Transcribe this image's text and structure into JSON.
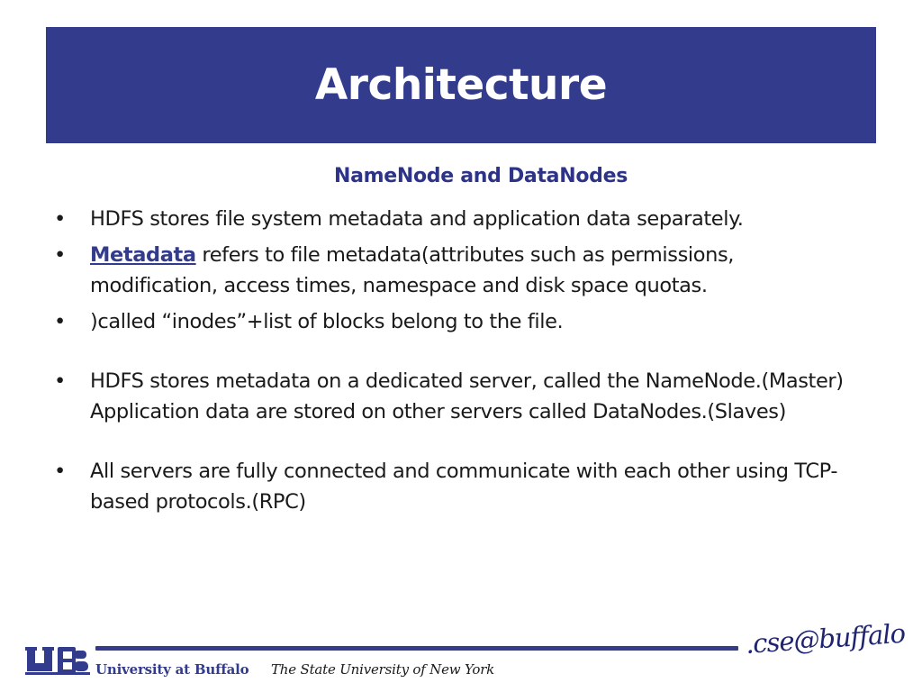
{
  "slide": {
    "title": "Architecture",
    "subtitle": "NameNode and DataNodes"
  },
  "bullets": [
    {
      "marker": "•",
      "text": "HDFS stores file system metadata and application data separately."
    },
    {
      "marker": "•",
      "term": "Metadata",
      "text": " refers to file metadata(attributes such as permissions, modification, access times, namespace and disk space quotas."
    },
    {
      "marker": "•",
      "text": ")called “inodes”+list of blocks belong to the file."
    },
    {
      "marker": "•",
      "text": "HDFS stores metadata on a dedicated server, called the NameNode.(Master) Application data are stored on other servers called DataNodes.(Slaves)"
    },
    {
      "marker": "•",
      "text": "All servers are fully connected and communicate with each other using TCP-based protocols.(RPC)"
    }
  ],
  "footer": {
    "logo_letters": "UB",
    "university": "University at Buffalo",
    "university_sub": "The State University of New York",
    "dept_logo": ".cse@buffalo"
  },
  "colors": {
    "title_bar": "#333b8c",
    "accent": "#2d3488",
    "text": "#1a1a1a"
  }
}
